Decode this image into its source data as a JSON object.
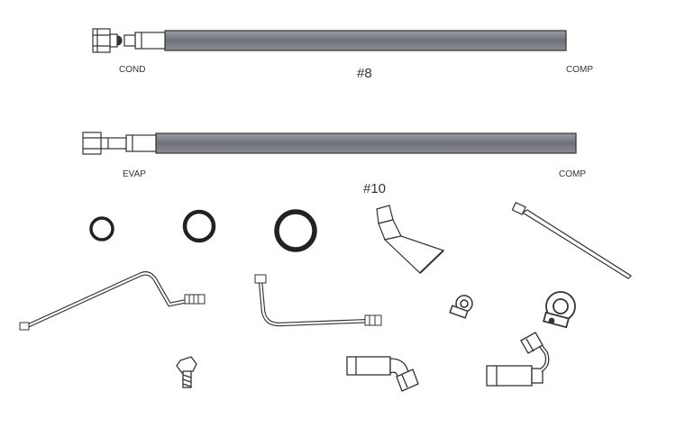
{
  "labels": {
    "hose8_left": "COND",
    "hose8_right": "COMP",
    "hose8_size": "#8",
    "hose10_left": "EVAP",
    "hose10_right": "COMP",
    "hose10_size": "#10"
  },
  "parts": [
    "hose-8",
    "hose-10",
    "o-ring-small",
    "o-ring-medium",
    "o-ring-large",
    "lubricant-tube",
    "zip-tie",
    "long-bent-metal-line",
    "short-bent-metal-line",
    "small-p-clamp",
    "large-p-clamp",
    "ground-screw",
    "angled-hose-fitting",
    "swivel-hose-fitting"
  ],
  "colors": {
    "hose_fill": "#777a80",
    "stroke": "#333333",
    "part_fill": "#ffffff",
    "o_ring": "#222222"
  }
}
